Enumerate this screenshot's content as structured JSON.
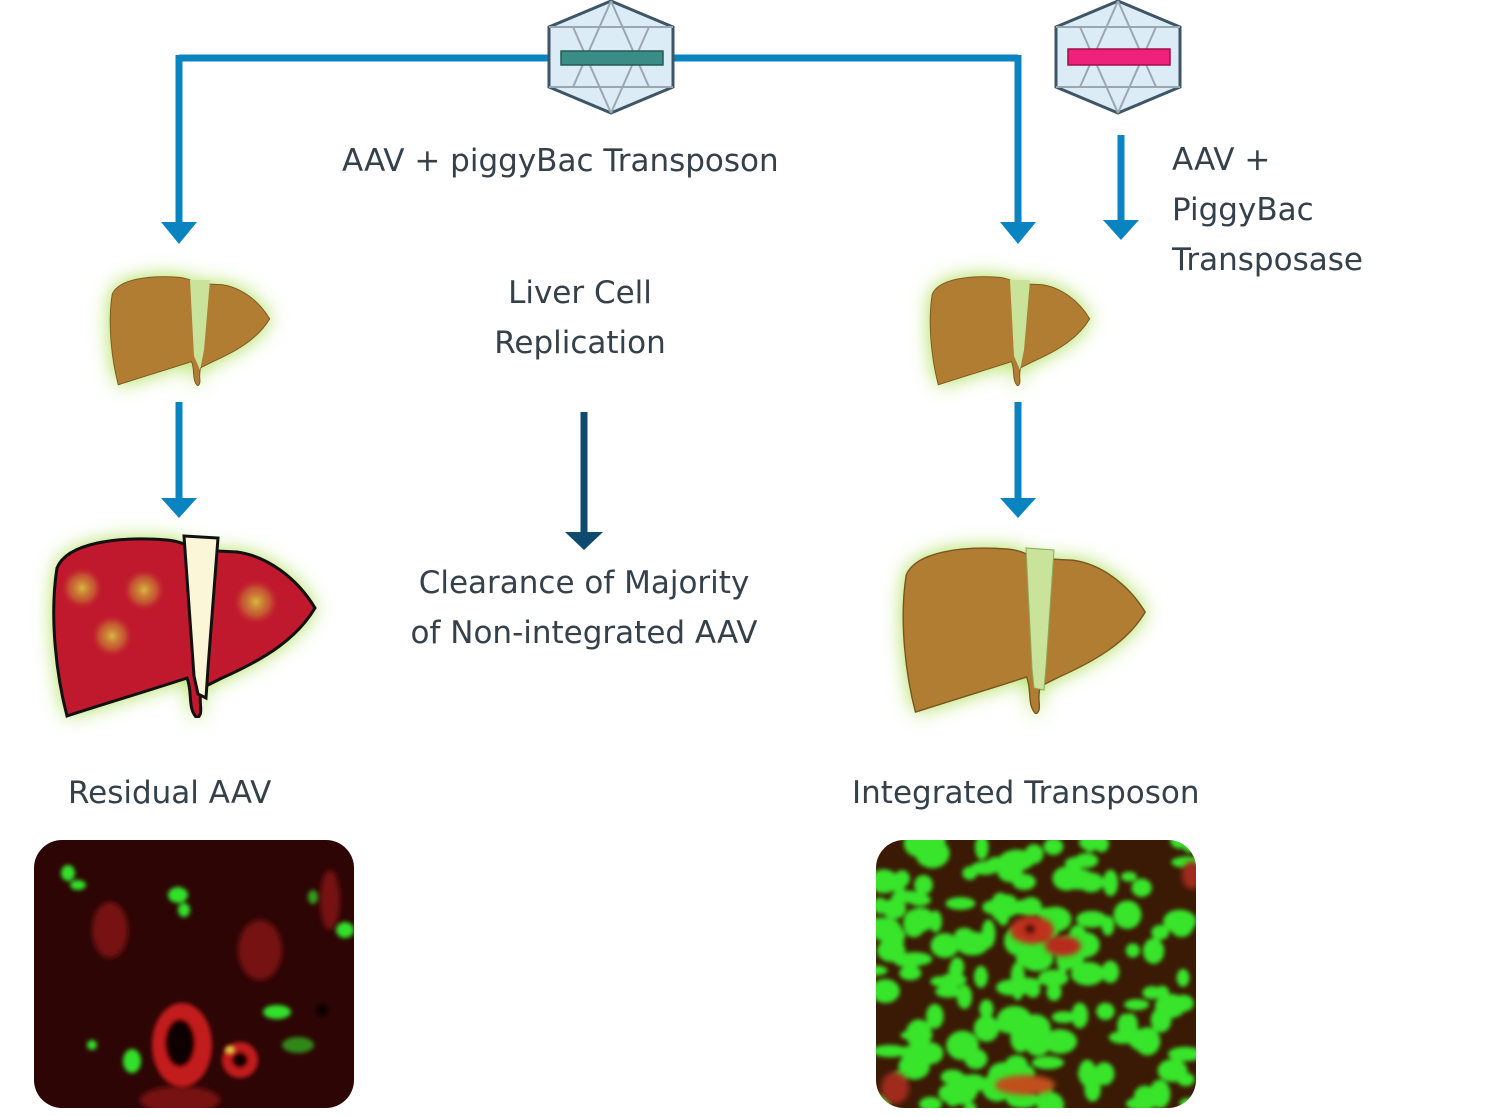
{
  "colors": {
    "arrow_blue": "#0a84c1",
    "arrow_dark": "#0e4a6e",
    "capsid_fill": "#dcecf7",
    "capsid_stroke": "#3e5566",
    "transposon_cargo": "#3a8c86",
    "transposase_cargo": "#f0217a",
    "liver_brown": "#b07d33",
    "liver_red": "#c0182d",
    "glow_green": "#a6dc4a"
  },
  "vectors": {
    "transposon_label": "AAV + piggyBac Transposon",
    "transposase_label_lines": [
      "AAV +",
      "PiggyBac",
      "Transposase"
    ]
  },
  "steps": {
    "replication_lines": [
      "Liver Cell",
      "Replication"
    ],
    "clearance_lines": [
      "Clearance of Majority",
      "of Non-integrated AAV"
    ]
  },
  "outcomes": {
    "left_label": "Residual AAV",
    "right_label": "Integrated Transposon"
  }
}
